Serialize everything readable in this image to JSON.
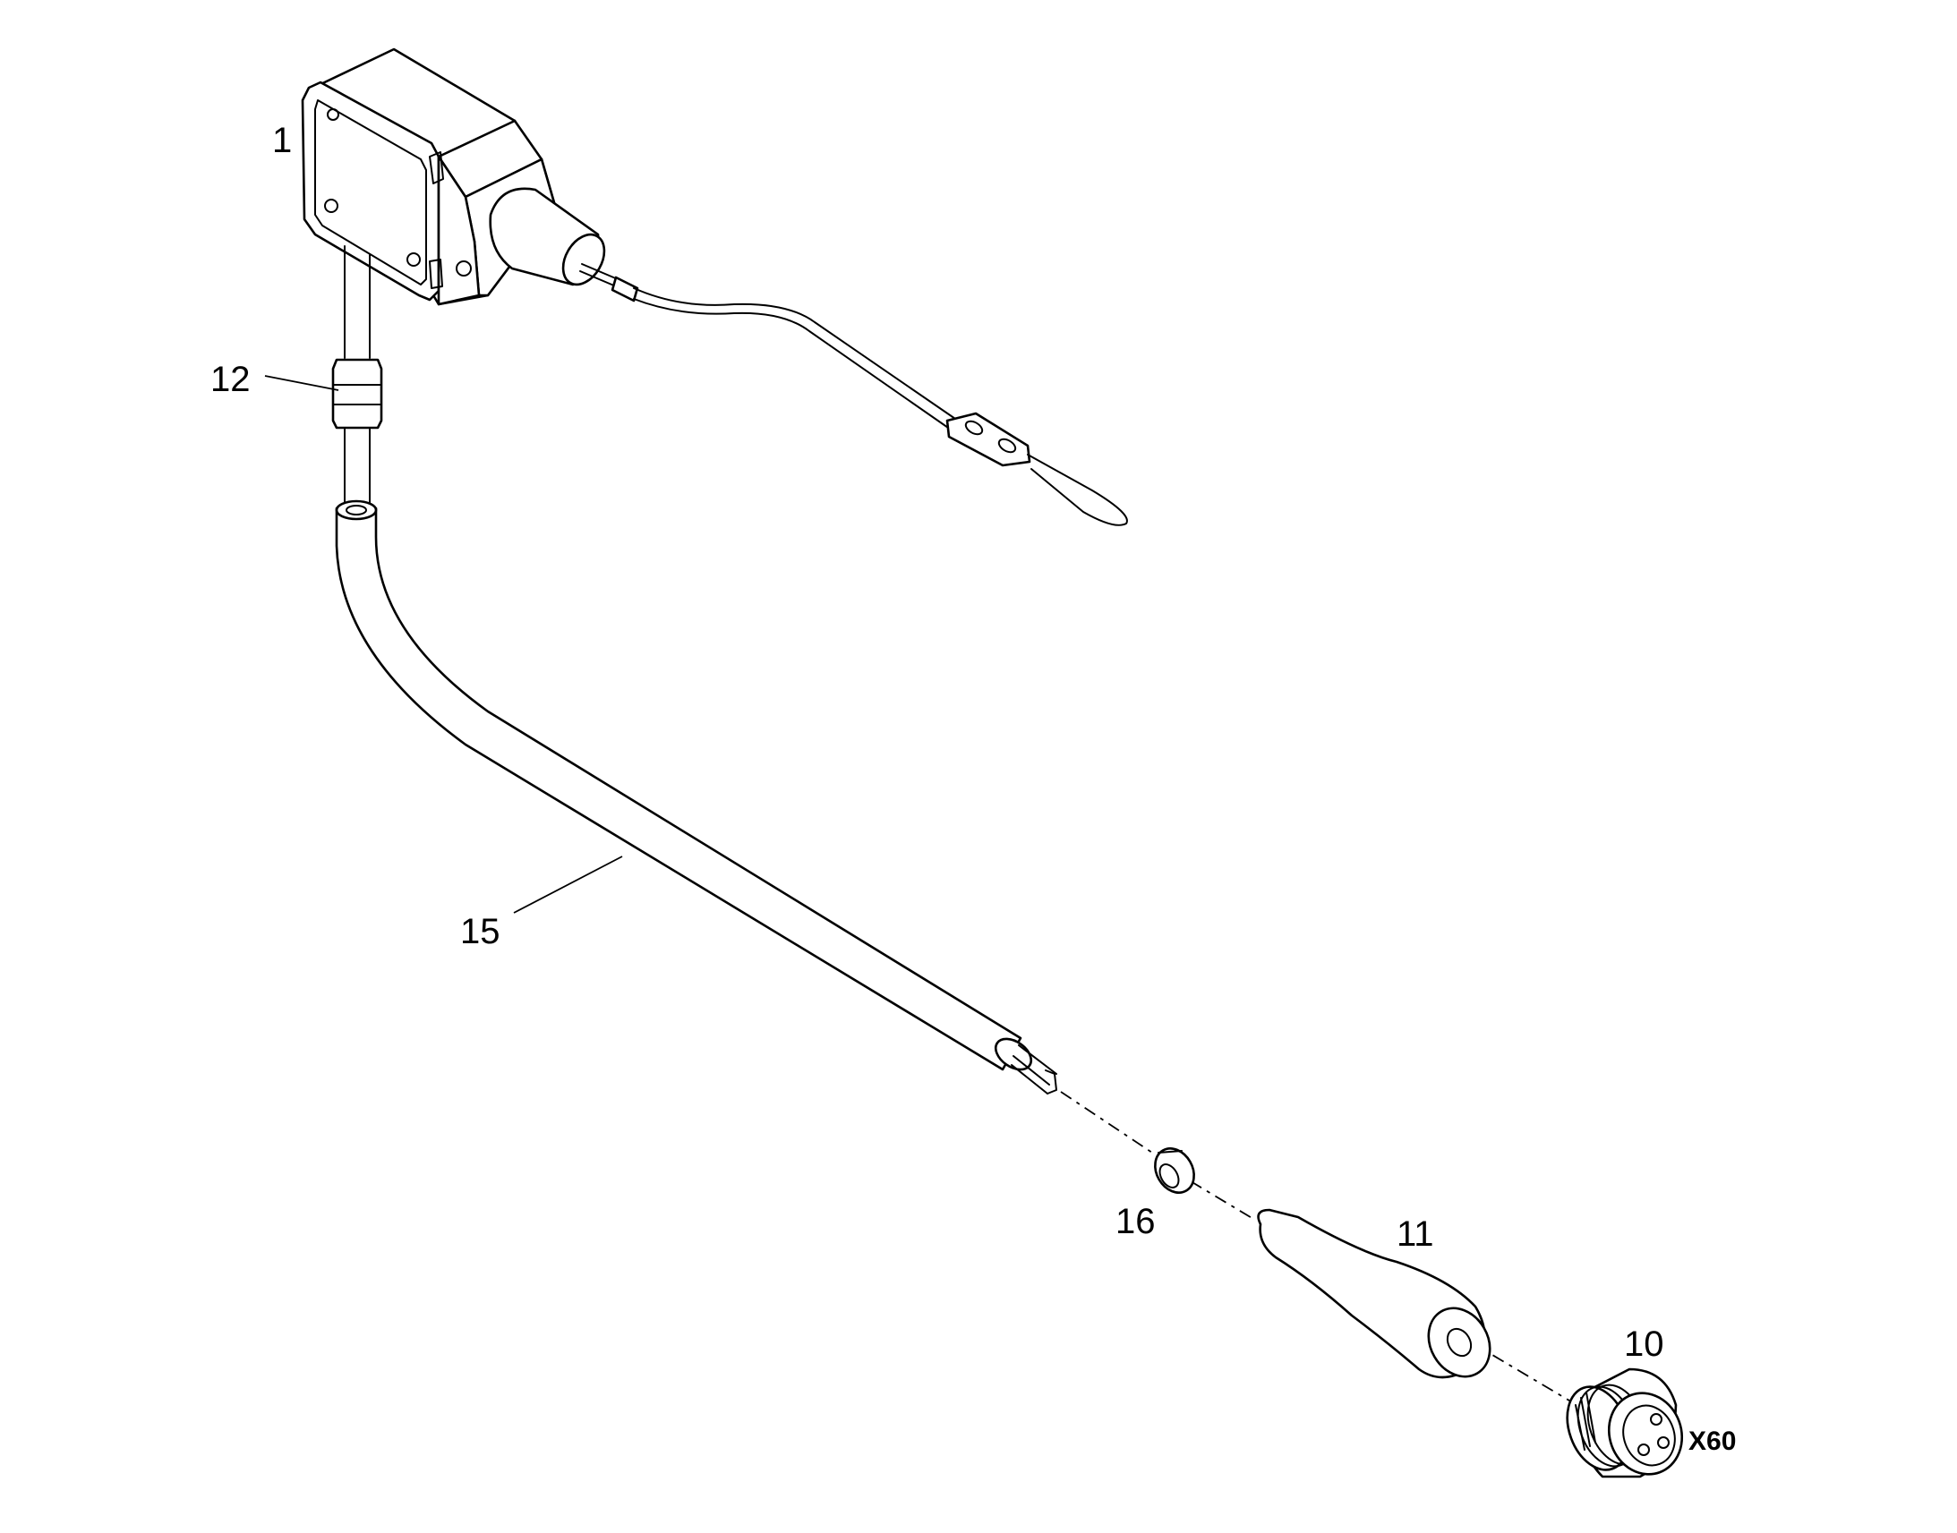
{
  "callouts": {
    "sensor": "1",
    "ferrite": "12",
    "hose": "15",
    "washer": "16",
    "boot": "11",
    "connector": "10"
  },
  "connector_designator": "X60",
  "colors": {
    "line": "#000000",
    "background": "#ffffff"
  }
}
